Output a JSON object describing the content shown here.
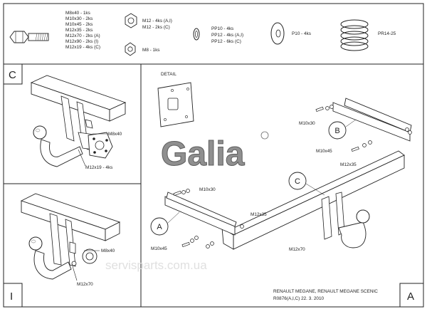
{
  "hardware": {
    "bolt_lines": [
      "M8x40 - 1ks",
      "M10x30 - 2ks",
      "M10x45 - 2ks",
      "M12x35 - 2ks",
      "M12x70 - 2ks (A)",
      "M12x90 - 2ks (I)",
      "M12x19 - 4ks (C)"
    ],
    "nut_m12_lines": [
      "M12 - 4ks (A,I)",
      "M12 - 2ks (C)"
    ],
    "nut_m8": "M8 - 1ks",
    "washer_lines": [
      "PP10 - 4ks",
      "PP12 - 4ks (A,I)",
      "PP12 - 6ks (C)"
    ],
    "washer_p10": "P10 - 4ks",
    "spring": "PR14-25"
  },
  "panel_c": {
    "letter": "C",
    "label_bolt": "M8x40",
    "label_screws": "M12x19 - 4ks"
  },
  "panel_i": {
    "letter": "I",
    "label_bolt": "M8x40",
    "label_screws": "M12x70"
  },
  "main": {
    "detail_label": "DETAIL",
    "logo": "Galia",
    "callouts": {
      "a": "A",
      "b": "B",
      "c": "C"
    },
    "labels": {
      "b_m10x30": "M10x30",
      "b_m10x45": "M10x45",
      "b_m12x35": "M12x35",
      "a_m10x30": "M10x30",
      "a_m10x45": "M10x45",
      "mid_m12x35": "M12x35",
      "ball_m12x70": "M12x70"
    },
    "watermark": "servisparts.com.ua"
  },
  "title_block": {
    "line1": "RENAULT MEGANE, RENAULT MEGANE SCENIC",
    "line2": "R0876(A,I,C) 22. 3. 2010",
    "letter": "A"
  }
}
